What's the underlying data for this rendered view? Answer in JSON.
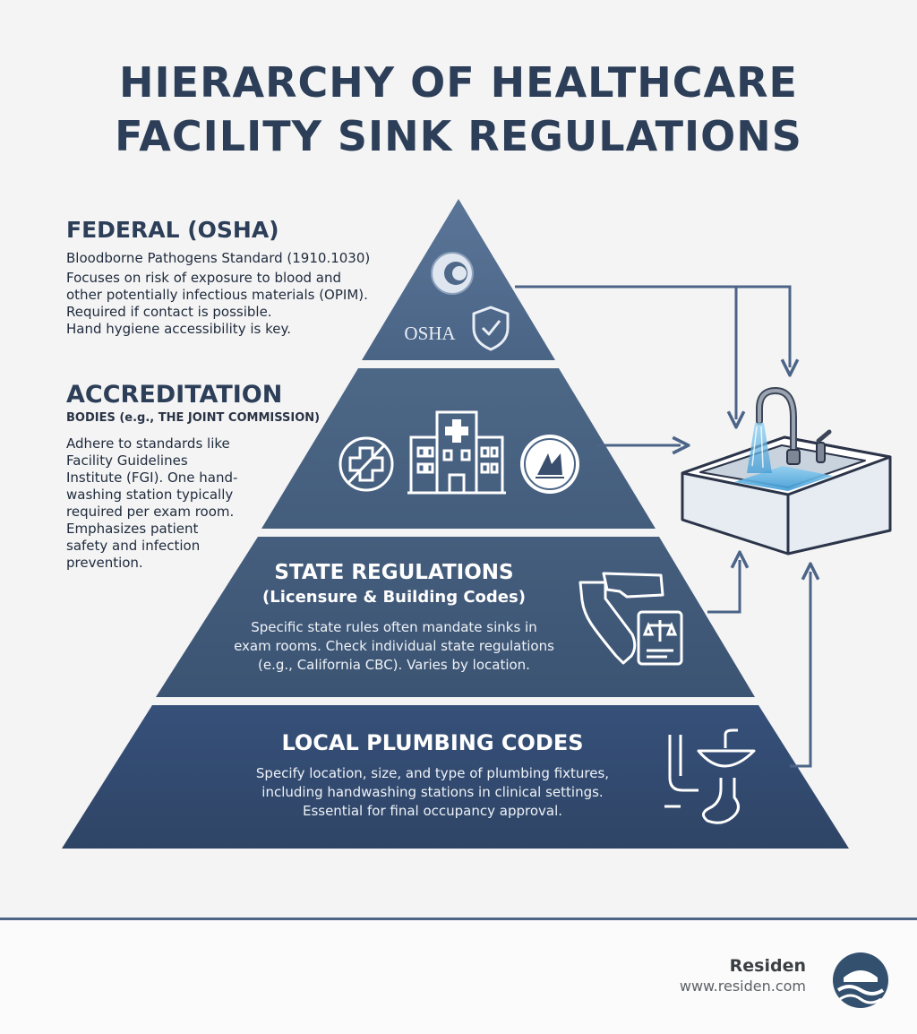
{
  "title": {
    "line1": "HIERARCHY OF HEALTHCARE",
    "line2": "FACILITY SINK REGULATIONS"
  },
  "federal": {
    "heading": "FEDERAL (OSHA)",
    "standard": "Bloodborne Pathogens Standard (1910.1030)",
    "lines": [
      "Focuses on risk of exposure to blood and",
      "other potentially infectious materials (OPIM).",
      "Required if contact is possible.",
      "Hand hygiene accessibility is key."
    ],
    "logo_text": "OSHA",
    "icons": [
      "osha-swirl-icon",
      "shield-check-icon"
    ]
  },
  "accreditation": {
    "heading": "ACCREDITATION",
    "subheading": "BODIES (e.g., THE JOINT COMMISSION)",
    "lines": [
      "Adhere to standards like",
      "Facility Guidelines",
      "Institute (FGI). One hand-",
      "washing station typically",
      "required per exam room.",
      "Emphasizes patient",
      "safety and infection",
      "prevention."
    ],
    "icons": [
      "no-cross-icon",
      "hospital-building-icon",
      "accreditation-seal-icon"
    ]
  },
  "state": {
    "heading": "STATE REGULATIONS",
    "subheading": "(Licensure & Building Codes)",
    "lines": [
      "Specific state rules often mandate sinks in",
      "exam rooms. Check individual state regulations",
      "(e.g., California CBC). Varies by location."
    ],
    "icons": [
      "state-map-icon",
      "legal-document-icon"
    ]
  },
  "local": {
    "heading": "LOCAL PLUMBING CODES",
    "lines": [
      "Specify location, size, and type of plumbing fixtures,",
      "including handwashing stations in clinical settings.",
      "Essential for final occupancy approval."
    ],
    "icons": [
      "plumbing-pipes-icon"
    ]
  },
  "illustration": {
    "icon": "sink-faucet-icon"
  },
  "footer": {
    "brand": "Residen",
    "url": "www.residen.com",
    "logo_icon": "residen-logo-icon"
  },
  "colors": {
    "tier1": "#4e6889",
    "tier2": "#47607f",
    "tier3": "#3f5775",
    "tier4": "#33496a",
    "title": "#2c3e58",
    "arrows": "#4b6488",
    "background": "#f4f4f4"
  }
}
